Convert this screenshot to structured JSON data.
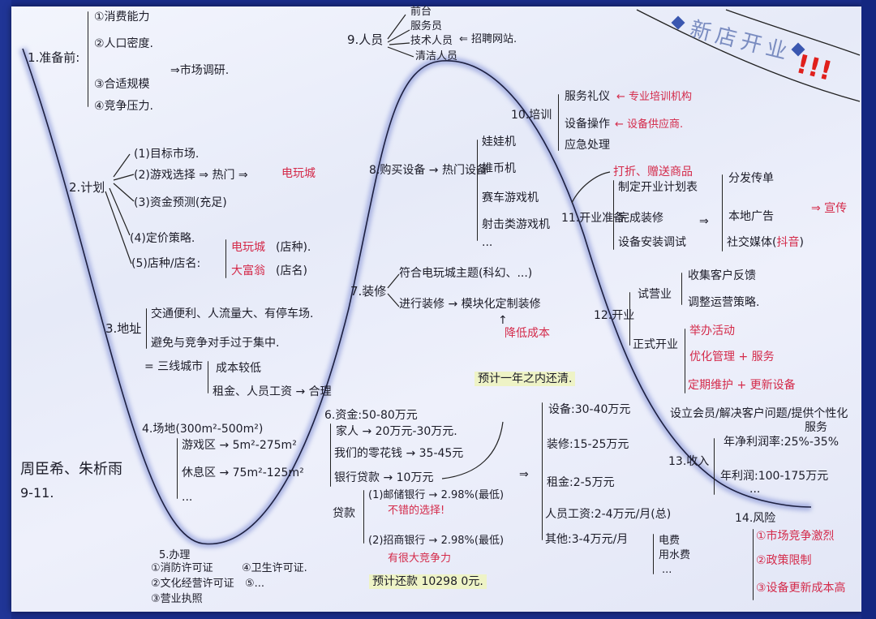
{
  "title": "新店开业",
  "exclaim": "!!!",
  "authors": "周臣希、朱析雨",
  "date": "9-11.",
  "nodes": {
    "n1": {
      "label": "1.准备前:",
      "items": [
        "①消费能力",
        "②人口密度.",
        "③合适规模",
        "④竞争压力."
      ],
      "result": "⇒市场调研."
    },
    "n2": {
      "label": "2.计划",
      "items": [
        "(1)目标市场.",
        "(2)游戏选择 ⇒ 热门 ⇒",
        "(3)资金预测(充足)",
        "(4)定价策略.",
        "(5)店种/店名:"
      ],
      "hot_result": "电玩城",
      "shop_type": "电玩城",
      "shop_type_note": "(店种).",
      "shop_name": "大富翁",
      "shop_name_note": "(店名)"
    },
    "n3": {
      "label": "3.地址",
      "items": [
        "交通便利、人流量大、有停车场.",
        "避免与竞争对手过于集中."
      ],
      "city": "= 三线城市",
      "city_items": [
        "成本较低",
        "租金、人员工资 → 合理"
      ]
    },
    "n4": {
      "label": "4.场地(300m²-500m²)",
      "items": [
        "游戏区 → 5m²-275m²",
        "休息区 → 75m²-125m²",
        "..."
      ]
    },
    "n5": {
      "label": "5.办理",
      "items": [
        "①消防许可证",
        "②文化经营许可证",
        "③营业执照",
        "④卫生许可证.",
        "⑤..."
      ]
    },
    "n6": {
      "label": "6.资金:50-80万元",
      "items": [
        "家人 → 20万元-30万元.",
        "我们的零花钱 → 35-45元",
        "银行贷款 → 10万元"
      ],
      "payback": "预计一年之内还清.",
      "loan_label": "贷款",
      "loans": [
        {
          "text": "(1)邮储银行 → 2.98%(最低)",
          "note": "不错的选择!"
        },
        {
          "text": "(2)招商银行 → 2.98%(最低)",
          "note": "有很大竞争力"
        }
      ],
      "repay": "预计还款 10298 0元.",
      "costs": [
        "设备:30-40万元",
        "装修:15-25万元",
        "租金:2-5万元",
        "人员工资:2-4万元/月(总)",
        "其他:3-4万元/月"
      ],
      "other_items": [
        "电费",
        "用水费",
        "..."
      ]
    },
    "n7": {
      "label": "7.装修",
      "items": [
        "符合电玩城主题(科幻、...)",
        "进行装修 → 模块化定制装修"
      ],
      "note": "降低成本"
    },
    "n8": {
      "label": "8.购买设备 → 热门设备",
      "items": [
        "娃娃机",
        "推币机",
        "赛车游戏机",
        "射击类游戏机",
        "..."
      ]
    },
    "n9": {
      "label": "9.人员",
      "items": [
        "前台",
        "服务员",
        "技术人员",
        "清洁人员"
      ],
      "source": "⇐ 招聘网站."
    },
    "n10": {
      "label": "10.培训",
      "items": [
        "服务礼仪",
        "设备操作",
        "应急处理"
      ],
      "sources": [
        "← 专业培训机构",
        "← 设备供应商."
      ]
    },
    "n11": {
      "label": "11.开业准备",
      "items": [
        "制定开业计划表",
        "完成装修",
        "设备安装调试"
      ],
      "promo": "打折、赠送商品",
      "publicity": [
        "分发传单",
        "本地广告",
        "社交媒体("
      ],
      "publicity_red": "抖音",
      "publicity_close": ")",
      "result": "⇒ 宣传"
    },
    "n12": {
      "label": "12.开业",
      "trial": "试营业",
      "trial_items": [
        "收集客户反馈",
        "调整运营策略."
      ],
      "formal": "正式开业",
      "formal_items": [
        "举办活动",
        "优化管理 + 服务",
        "定期维护 + 更新设备"
      ],
      "service": "设立会员/解决客户问题/提供个性化",
      "service2": "服务"
    },
    "n13": {
      "label": "13.收入",
      "items": [
        "年净利润率:25%-35%",
        "年利润:100-175万元",
        "..."
      ]
    },
    "n14": {
      "label": "14.风险",
      "items": [
        "①市场竞争激烈",
        "②政策限制",
        "③设备更新成本高"
      ]
    }
  },
  "colors": {
    "ink": "#1c1c28",
    "red": "#d42a4a",
    "border": "#1a2d8a",
    "title": "#7a8cc0",
    "highlight": "#eef3c6"
  }
}
